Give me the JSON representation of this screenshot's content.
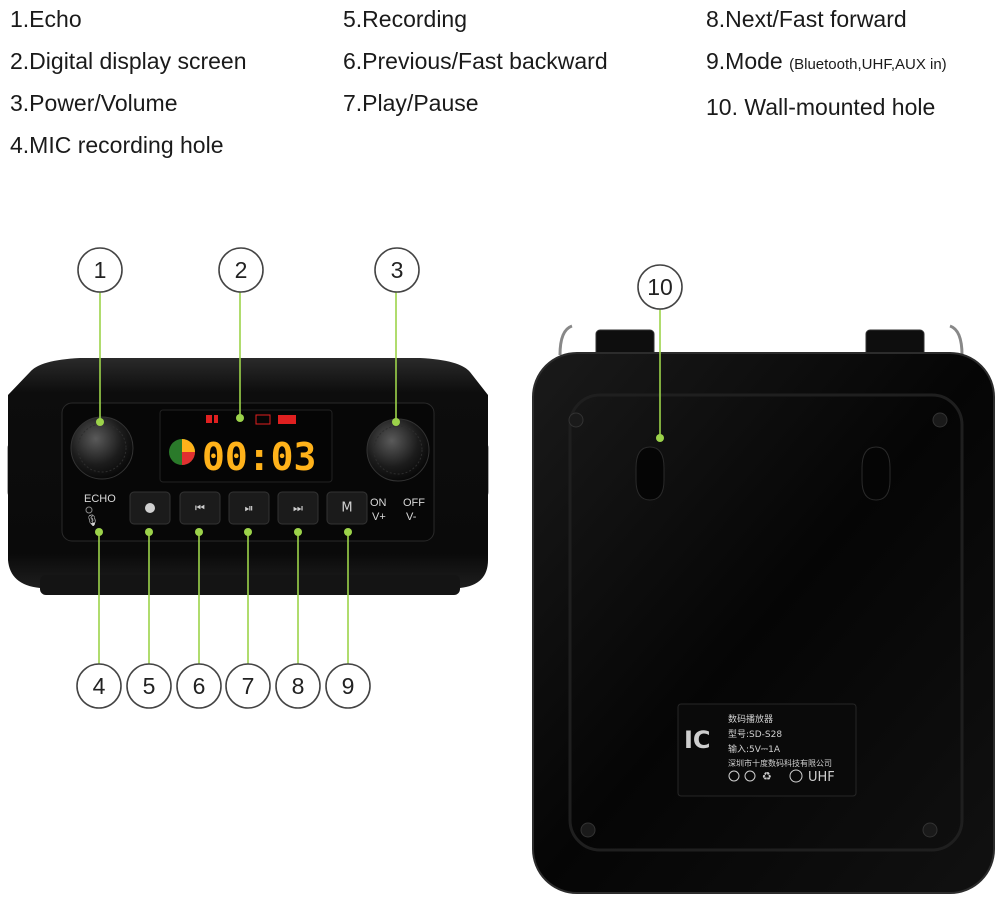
{
  "legend": {
    "col1": [
      "1.Echo",
      "2.Digital display screen",
      "3.Power/Volume",
      "4.MIC recording hole"
    ],
    "col2": [
      "5.Recording",
      "6.Previous/Fast backward",
      "7.Play/Pause"
    ],
    "col3_item8": "8.Next/Fast forward",
    "col3_item9_main": "9.Mode",
    "col3_item9_note": "(Bluetooth,UHF,AUX in)",
    "col3_item10": "10. Wall-mounted hole"
  },
  "callouts": [
    "1",
    "2",
    "3",
    "4",
    "5",
    "6",
    "7",
    "8",
    "9",
    "10"
  ],
  "front_panel": {
    "display_time": "00:03",
    "echo_label": "ECHO",
    "on_label": "ON",
    "off_label": "OFF",
    "vplus_label": "V+",
    "vminus_label": "V-",
    "mode_button": "M"
  },
  "back_label": {
    "line1": "数码播放器",
    "line2": "型号:SD-S28",
    "line3": "输入:5V⎓1A",
    "line4": "深圳市十度数码科技有限公司",
    "cert": "UHF"
  },
  "colors": {
    "leader": "#9cd34a",
    "led": "#ffb21a",
    "device_body": "#0b0b0b"
  }
}
